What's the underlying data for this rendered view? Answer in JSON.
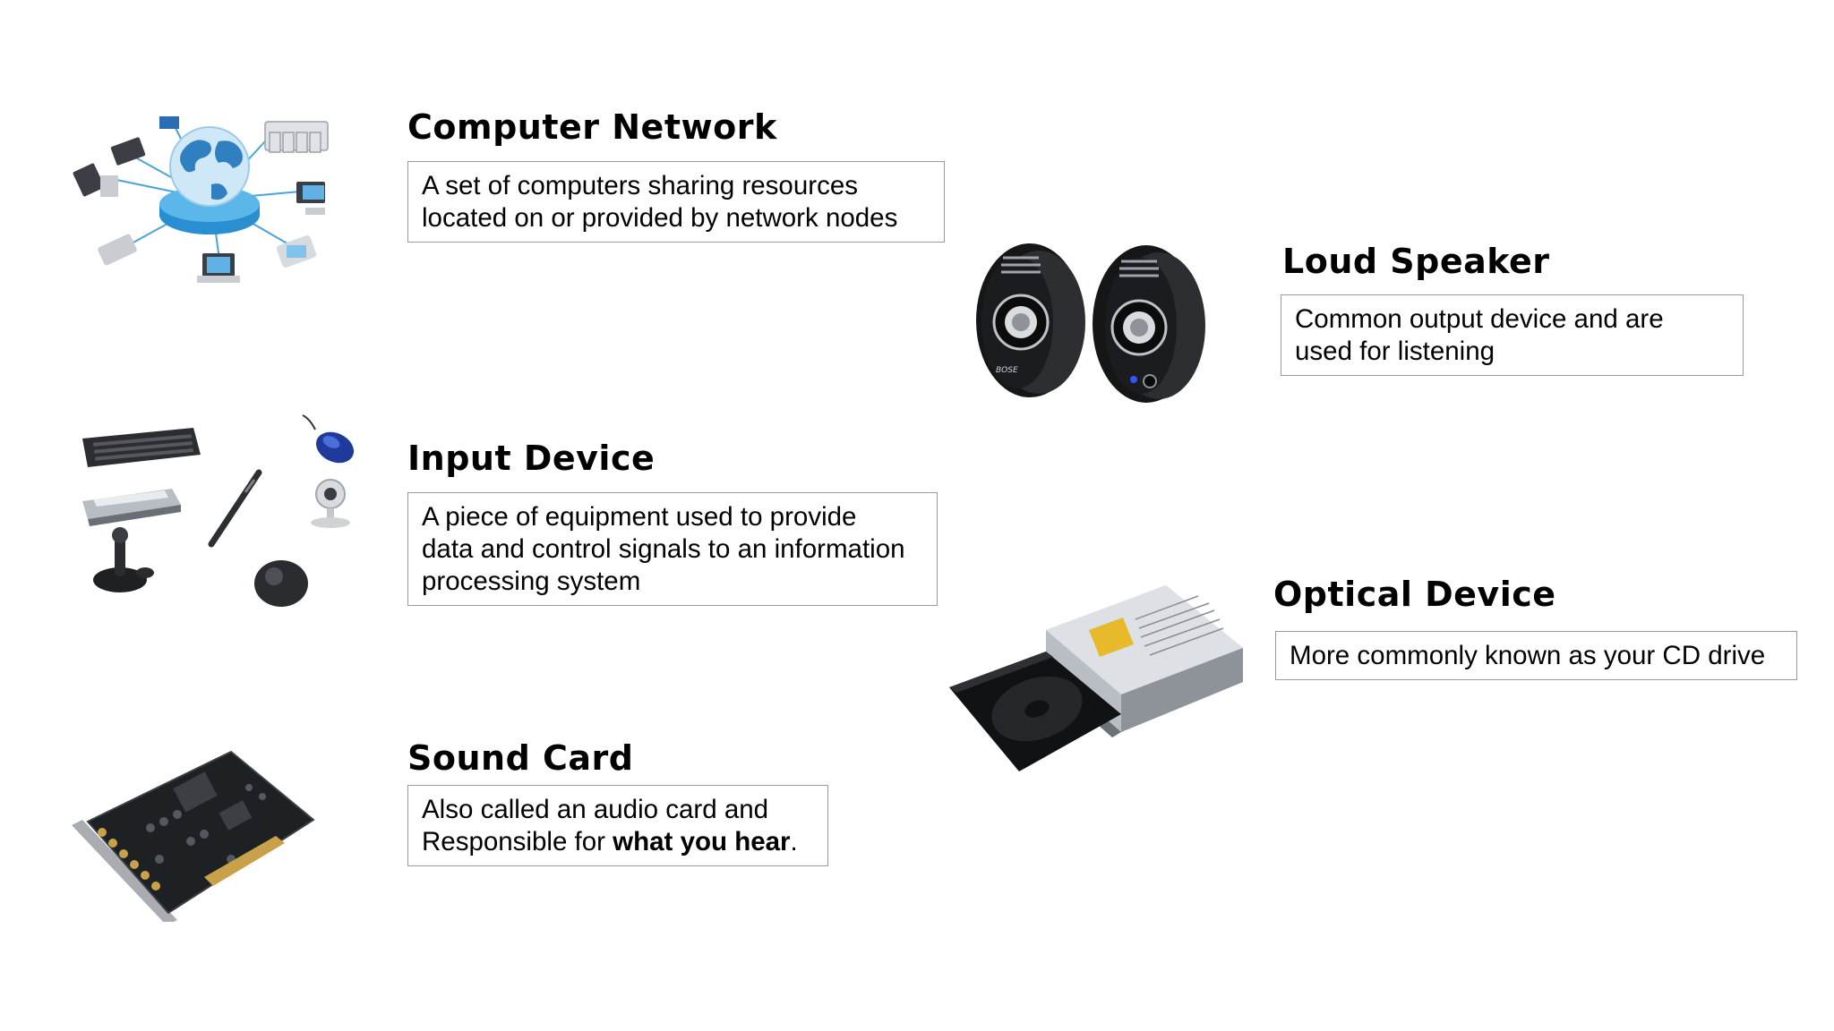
{
  "sections": {
    "network": {
      "title": "Computer Network",
      "lines": [
        "A set of computers sharing resources",
        "located on or provided by network nodes"
      ],
      "icon": "network-globe-icon"
    },
    "input": {
      "title": "Input Device",
      "lines": [
        "A piece of equipment used to provide",
        "data and control signals to an information",
        "processing system"
      ],
      "icon": "input-devices-icon"
    },
    "sound": {
      "title": "Sound Card",
      "line1": "Also called an audio card and",
      "line2_pre": "Responsible for ",
      "line2_bold": "what you hear",
      "line2_post": ".",
      "icon": "sound-card-icon"
    },
    "speaker": {
      "title": "Loud Speaker",
      "lines": [
        "Common output device and are",
        "used for listening"
      ],
      "brand": "BOSE",
      "icon": "speakers-icon"
    },
    "optical": {
      "title": "Optical Device",
      "lines": [
        "More commonly known as your CD drive"
      ],
      "icon": "cd-drive-icon"
    }
  }
}
